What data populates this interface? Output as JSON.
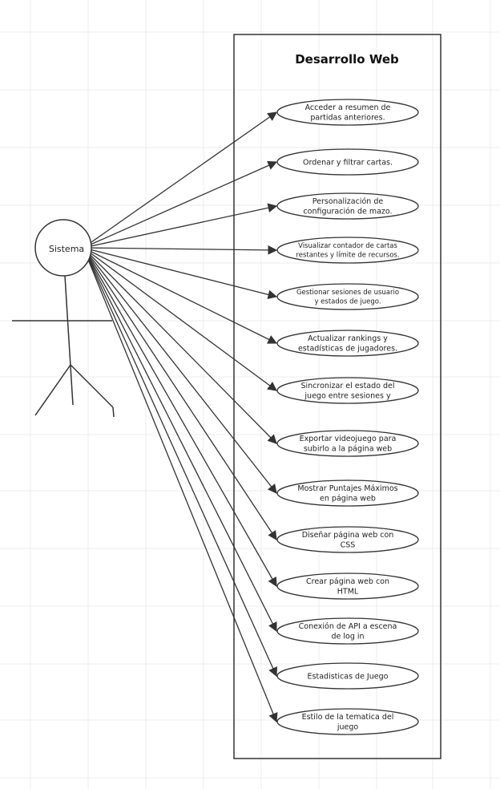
{
  "diagram": {
    "system_title": "Desarrollo Web",
    "actor": {
      "name": "Sistema"
    },
    "use_cases": [
      {
        "id": "uc1",
        "lines": [
          "Acceder a resumen de",
          "partidas anteriores."
        ]
      },
      {
        "id": "uc2",
        "lines": [
          "Ordenar y filtrar cartas."
        ]
      },
      {
        "id": "uc3",
        "lines": [
          "Personalización de",
          "configuración de mazo."
        ]
      },
      {
        "id": "uc4",
        "lines": [
          "Visualizar contador de cartas",
          "restantes y límite de recursos."
        ]
      },
      {
        "id": "uc5",
        "lines": [
          "Gestionar sesiones de usuario",
          "y estados de juego."
        ]
      },
      {
        "id": "uc6",
        "lines": [
          "Actualizar rankings y",
          "estadísticas de jugadores."
        ]
      },
      {
        "id": "uc7",
        "lines": [
          "Sincronizar el estado del",
          "juego entre sesiones y"
        ]
      },
      {
        "id": "uc8",
        "lines": [
          "Exportar videojuego para",
          "subirlo a la página web"
        ]
      },
      {
        "id": "uc9",
        "lines": [
          "Mostrar Puntajes Máximos",
          "en página web"
        ]
      },
      {
        "id": "uc10",
        "lines": [
          "Diseñar página web con",
          "CSS"
        ]
      },
      {
        "id": "uc11",
        "lines": [
          "Crear página web con",
          "HTML"
        ]
      },
      {
        "id": "uc12",
        "lines": [
          "Conexión de API a escena",
          "de log in"
        ]
      },
      {
        "id": "uc13",
        "lines": [
          "Estadisticas de Juego"
        ]
      },
      {
        "id": "uc14",
        "lines": [
          "Estilo de la tematica del",
          "juego"
        ]
      }
    ]
  },
  "colors": {
    "background": "#ffffff",
    "grid": "#ececec",
    "stroke": "#333333",
    "use_case_fill": "#ffffff"
  }
}
